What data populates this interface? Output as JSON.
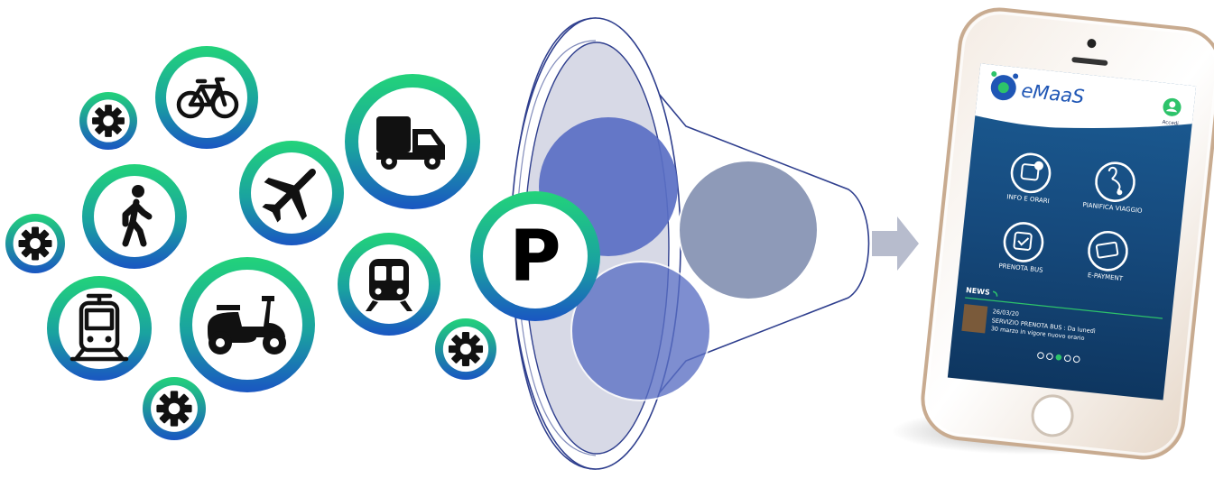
{
  "transport_icons": [
    "bicycle-icon",
    "truck-icon",
    "walking-person-icon",
    "airplane-icon",
    "train-icon",
    "tram-icon",
    "scooter-icon",
    "parking-icon",
    "gear-icon"
  ],
  "parking_letter": "P",
  "colors": {
    "ring_top": "#21d07a",
    "ring_bottom": "#1a5fc4",
    "funnel_circle_left": "#5a6fc4",
    "funnel_circle_right": "#8f9bb8",
    "arrow": "#b7bccd"
  },
  "phone": {
    "brand": "eMaaS",
    "account_label": "Accedi",
    "menu": [
      {
        "label": "INFO E ORARI",
        "icon": "bus-clock-icon"
      },
      {
        "label": "PIANIFICA VIAGGIO",
        "icon": "route-icon"
      },
      {
        "label": "PRENOTA BUS",
        "icon": "booking-bus-icon"
      },
      {
        "label": "E-PAYMENT",
        "icon": "card-payment-icon"
      }
    ],
    "news_title": "NEWS",
    "news": {
      "date": "26/03/20",
      "text_line1": "SERVIZIO PRENOTA BUS : Da lunedì",
      "text_line2": "30 marzo in vigore nuovo orario"
    }
  }
}
